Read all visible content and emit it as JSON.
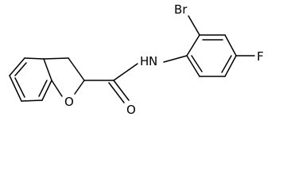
{
  "structure": {
    "atoms": {
      "bromine": "Br",
      "amide_nitrogen": "N",
      "amide_hydrogen": "H",
      "fluorine": "F",
      "ring_oxygen": "O",
      "carbonyl_oxygen": "O"
    }
  },
  "colors": {
    "bond": "#000000",
    "label": "#000000",
    "background": "#ffffff"
  }
}
